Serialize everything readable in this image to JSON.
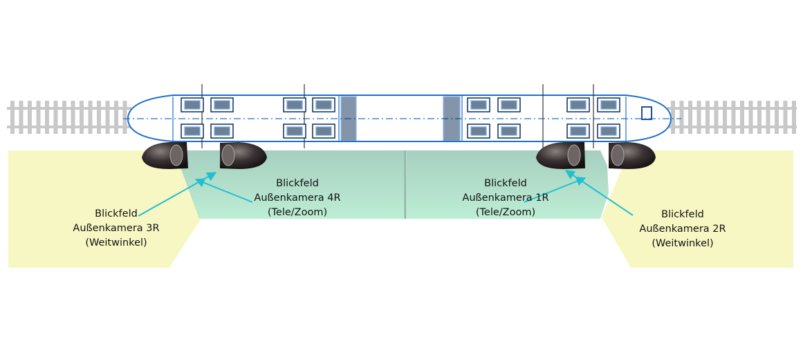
{
  "labels": {
    "cam3r": {
      "line1": "Blickfeld",
      "line2": "Außenkamera 3R",
      "line3": "(Weitwinkel)"
    },
    "cam4r": {
      "line1": "Blickfeld",
      "line2": "Außenkamera 4R",
      "line3": "(Tele/Zoom)"
    },
    "cam1r": {
      "line1": "Blickfeld",
      "line2": "Außenkamera 1R",
      "line3": "(Tele/Zoom)"
    },
    "cam2r": {
      "line1": "Blickfeld",
      "line2": "Außenkamera 2R",
      "line3": "(Weitwinkel)"
    }
  },
  "colors": {
    "wide_field": "#f7f7c4",
    "tele_field": "#a8d8c0",
    "arrow": "#1fc0d0",
    "train_lines": "#1a6fd0",
    "track": "#c8c8c8"
  }
}
